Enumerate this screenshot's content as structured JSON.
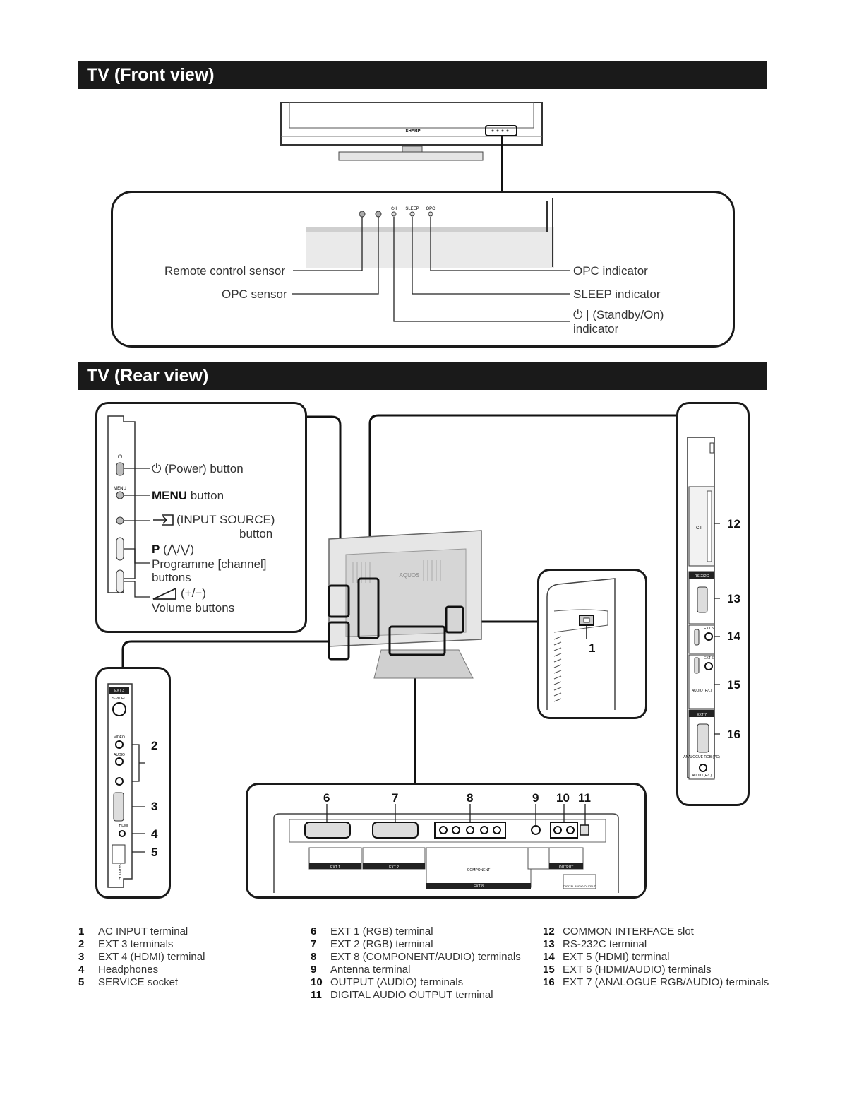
{
  "sections": {
    "front_title": "TV (Front view)",
    "rear_title": "TV (Rear view)"
  },
  "front": {
    "brand": "SHARP",
    "panel_small": {
      "standby": "⏻ I",
      "sleep": "SLEEP",
      "opc": "OPC"
    },
    "left_labels": [
      "Remote control sensor",
      "OPC sensor"
    ],
    "right_labels": [
      "OPC indicator",
      "SLEEP indicator"
    ],
    "standby_symbol": "⏻",
    "standby_line1": " | (Standby/On)",
    "standby_line2": "indicator"
  },
  "side_buttons": {
    "power_symbol": "⏻",
    "power": " (Power) button",
    "menu_bold": "MENU",
    "menu": " button",
    "small_menu": "MENU",
    "input_line1": " (INPUT SOURCE)",
    "input_line2": "button",
    "prog_bold": "P",
    "prog_arrows": " (⋀/⋁)",
    "prog_line2": "Programme [channel]",
    "prog_line3": "buttons",
    "vol_line1": "(+/−)",
    "vol_line2": "Volume buttons"
  },
  "panel_texts": {
    "ext3": "EXT 3",
    "svideo": "S-VIDEO",
    "video": "VIDEO",
    "audio": "AUDIO",
    "hdmi": "HDMI",
    "service": "SERVICE",
    "ci": "C.I.",
    "rs232": "RS-232C",
    "ext5": "EXT 5",
    "ext6": "EXT 6",
    "audio_rl": "AUDIO (R/L)",
    "ext7": "EXT 7",
    "analogue": "ANALOGUE RGB (PC)",
    "audio_rl2": "AUDIO (R/L)",
    "aquos": "AQUOS",
    "ext1": "EXT 1",
    "ext2": "EXT 2",
    "component": "COMPONENT",
    "ext8": "EXT 8",
    "output": "OUTPUT",
    "digital": "DIGITAL AUDIO OUTPUT"
  },
  "callouts": [
    "1",
    "2",
    "3",
    "4",
    "5",
    "6",
    "7",
    "8",
    "9",
    "10",
    "11",
    "12",
    "13",
    "14",
    "15",
    "16"
  ],
  "legend": {
    "col1": [
      {
        "n": "1",
        "text": "AC INPUT terminal"
      },
      {
        "n": "2",
        "text": "EXT 3 terminals"
      },
      {
        "n": "3",
        "text": "EXT 4 (HDMI) terminal"
      },
      {
        "n": "4",
        "text": "Headphones"
      },
      {
        "n": "5",
        "text": "SERVICE socket"
      }
    ],
    "col2": [
      {
        "n": "6",
        "text": "EXT 1 (RGB) terminal"
      },
      {
        "n": "7",
        "text": "EXT 2 (RGB) terminal"
      },
      {
        "n": "8",
        "text": "EXT 8 (COMPONENT/AUDIO) terminals"
      },
      {
        "n": "9",
        "text": "Antenna terminal"
      },
      {
        "n": "10",
        "text": "OUTPUT (AUDIO) terminals"
      },
      {
        "n": "11",
        "text": "DIGITAL AUDIO OUTPUT terminal"
      }
    ],
    "col3": [
      {
        "n": "12",
        "text": "COMMON INTERFACE slot"
      },
      {
        "n": "13",
        "text": "RS-232C terminal"
      },
      {
        "n": "14",
        "text": "EXT 5 (HDMI) terminal"
      },
      {
        "n": "15",
        "text": "EXT 6 (HDMI/AUDIO) terminals"
      },
      {
        "n": "16",
        "text": "EXT 7 (ANALOGUE RGB/AUDIO) terminals"
      }
    ]
  }
}
